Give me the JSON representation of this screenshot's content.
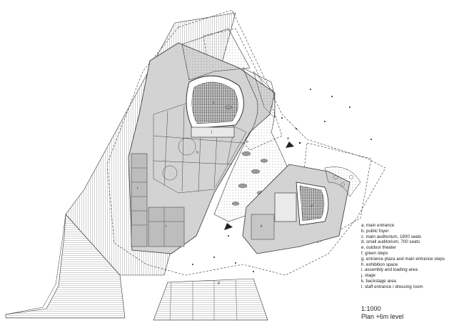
{
  "legend": [
    "a. main entrance",
    "b. public foyer",
    "c. main auditorium, 1800 seats",
    "d. small auditorium, 700 seats",
    "e. outdoor theater",
    "f. green steps",
    "g. entrance plaza and main entrance steps",
    "h. exhibition space",
    "i. assembly and loading area",
    "j. stage",
    "k. backstage area",
    "l. staff entrance / dressing room"
  ],
  "scale": "1:1000",
  "level": "Plan +6m level",
  "plan_labels": {
    "a": "a",
    "b": "b",
    "c": "c",
    "d": "d",
    "g": "g",
    "h": "h",
    "i": "i",
    "j": "j",
    "k": "k",
    "l": "l"
  },
  "colors": {
    "line": "#333333",
    "fill": "#cfcfcf",
    "dark": "#555555"
  }
}
